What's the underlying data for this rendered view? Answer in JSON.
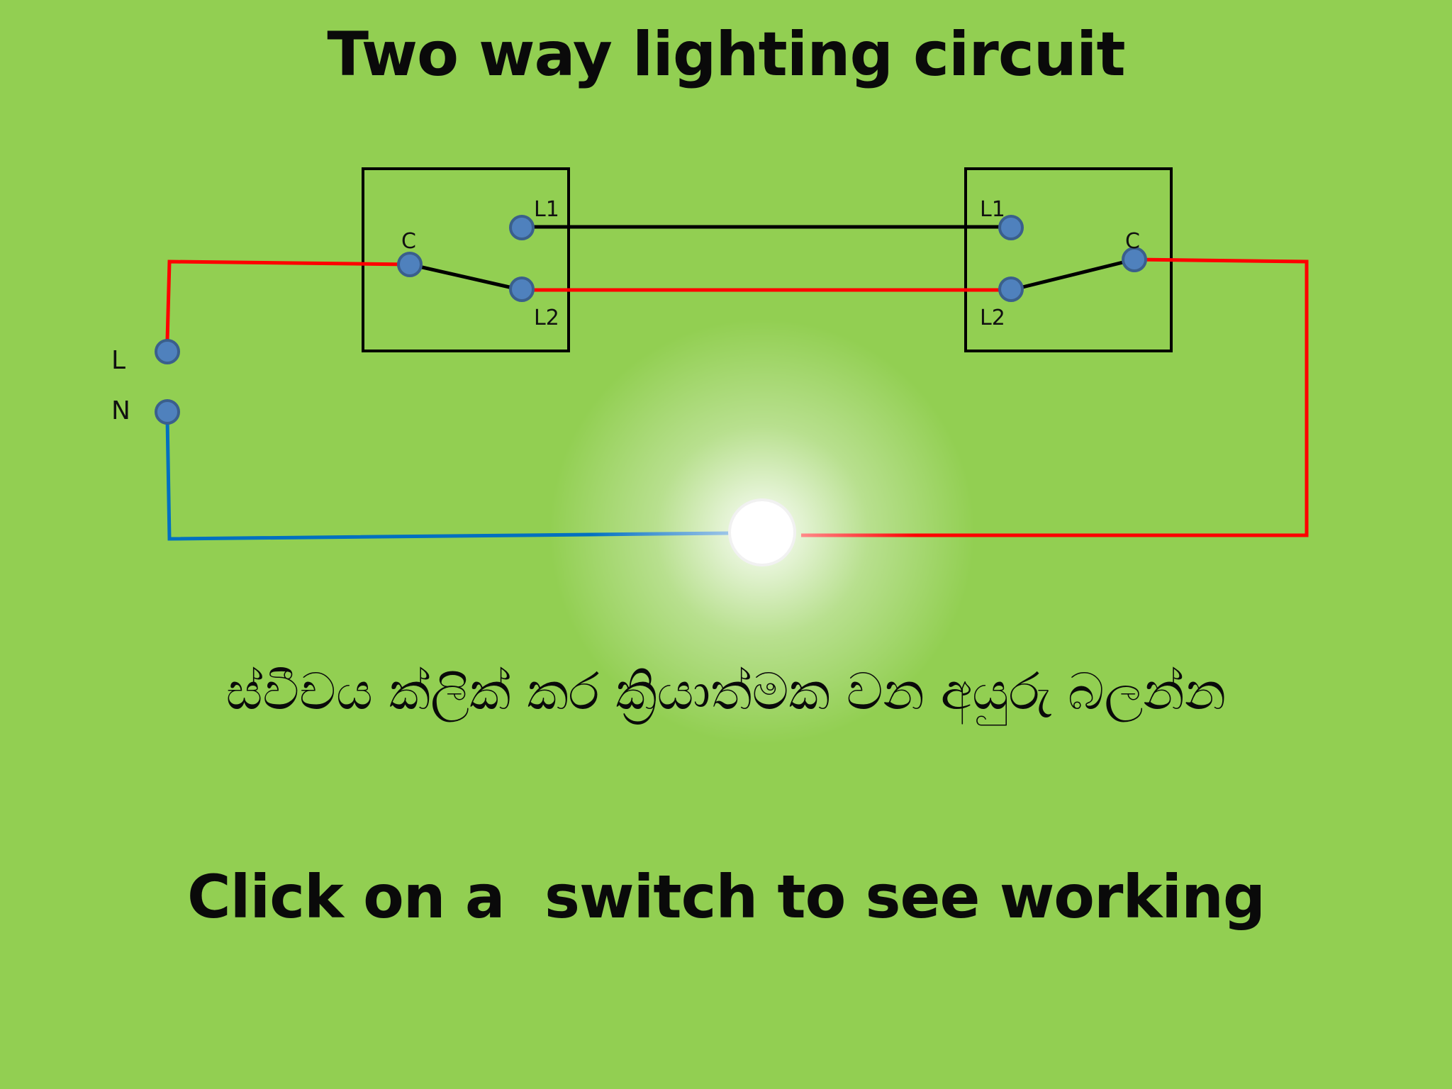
{
  "title": "Two way lighting circuit",
  "supply": {
    "live_label": "L",
    "neutral_label": "N"
  },
  "switch_left": {
    "common_label": "C",
    "l1_label": "L1",
    "l2_label": "L2",
    "position": "L2"
  },
  "switch_right": {
    "common_label": "C",
    "l1_label": "L1",
    "l2_label": "L2",
    "position": "L2"
  },
  "lamp": {
    "state": "on"
  },
  "instruction_sinhala": "ස්වීචය ක්ලික් කර ක්‍රියාත්මක වන අයුරු බලන්න",
  "instruction_english": "Click on a  switch to see working",
  "colors": {
    "background": "#92cf52",
    "live_wire": "#ff0000",
    "neutral_wire": "#0070c0",
    "strapper_wire": "#000000",
    "terminal_fill": "#4f81bd",
    "terminal_stroke": "#3a5f8c"
  }
}
